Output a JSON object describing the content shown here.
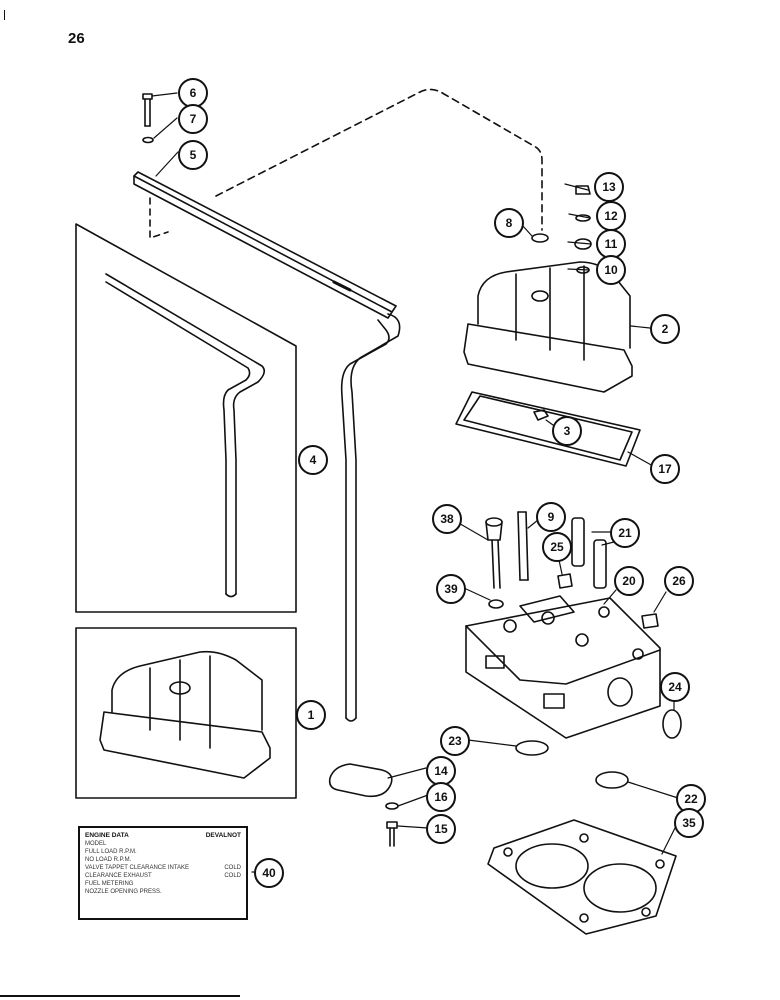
{
  "page": {
    "number": "26"
  },
  "callouts": [
    {
      "id": "c6",
      "label": "6"
    },
    {
      "id": "c7",
      "label": "7"
    },
    {
      "id": "c5",
      "label": "5"
    },
    {
      "id": "c13",
      "label": "13"
    },
    {
      "id": "c12",
      "label": "12"
    },
    {
      "id": "c11",
      "label": "11"
    },
    {
      "id": "c10",
      "label": "10"
    },
    {
      "id": "c8",
      "label": "8"
    },
    {
      "id": "c2",
      "label": "2"
    },
    {
      "id": "c3",
      "label": "3"
    },
    {
      "id": "c17",
      "label": "17"
    },
    {
      "id": "c4",
      "label": "4"
    },
    {
      "id": "c38",
      "label": "38"
    },
    {
      "id": "c9",
      "label": "9"
    },
    {
      "id": "c21",
      "label": "21"
    },
    {
      "id": "c25",
      "label": "25"
    },
    {
      "id": "c39",
      "label": "39"
    },
    {
      "id": "c20",
      "label": "20"
    },
    {
      "id": "c26",
      "label": "26"
    },
    {
      "id": "c24",
      "label": "24"
    },
    {
      "id": "c1",
      "label": "1"
    },
    {
      "id": "c23",
      "label": "23"
    },
    {
      "id": "c14",
      "label": "14"
    },
    {
      "id": "c16",
      "label": "16"
    },
    {
      "id": "c15",
      "label": "15"
    },
    {
      "id": "c22",
      "label": "22"
    },
    {
      "id": "c35",
      "label": "35"
    },
    {
      "id": "c40",
      "label": "40"
    }
  ],
  "plate": {
    "title": "ENGINE DATA",
    "subtitle": "DEVALNOT",
    "rows": [
      {
        "label": "MODEL",
        "value": ""
      },
      {
        "label": "FULL LOAD R.P.M.",
        "value": ""
      },
      {
        "label": "NO LOAD R.P.M.",
        "value": ""
      },
      {
        "label": "VALVE TAPPET CLEARANCE INTAKE",
        "value": "COLD"
      },
      {
        "label": "CLEARANCE EXHAUST",
        "value": "COLD"
      },
      {
        "label": "FUEL METERING",
        "value": ""
      },
      {
        "label": "NOZZLE OPENING PRESS.",
        "value": ""
      }
    ]
  }
}
